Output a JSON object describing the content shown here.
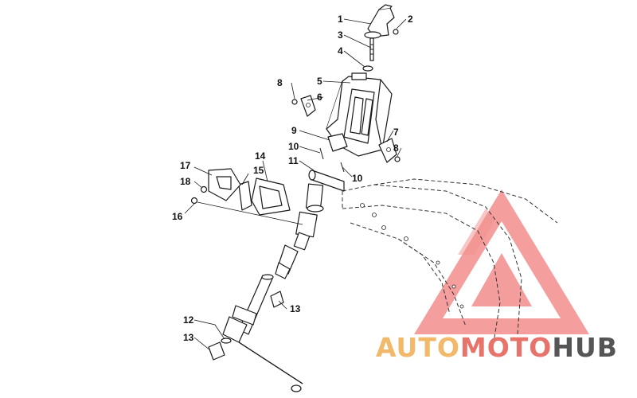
{
  "diagram": {
    "callouts": [
      {
        "id": "c1",
        "text": "1"
      },
      {
        "id": "c2",
        "text": "2"
      },
      {
        "id": "c3",
        "text": "3"
      },
      {
        "id": "c4",
        "text": "4"
      },
      {
        "id": "c5",
        "text": "5"
      },
      {
        "id": "c6",
        "text": "6"
      },
      {
        "id": "c7",
        "text": "7"
      },
      {
        "id": "c8a",
        "text": "8"
      },
      {
        "id": "c8b",
        "text": "8"
      },
      {
        "id": "c9",
        "text": "9"
      },
      {
        "id": "c10a",
        "text": "10"
      },
      {
        "id": "c10b",
        "text": "10"
      },
      {
        "id": "c11",
        "text": "11"
      },
      {
        "id": "c12",
        "text": "12"
      },
      {
        "id": "c13a",
        "text": "13"
      },
      {
        "id": "c13b",
        "text": "13"
      },
      {
        "id": "c14",
        "text": "14"
      },
      {
        "id": "c15",
        "text": "15"
      },
      {
        "id": "c16",
        "text": "16"
      },
      {
        "id": "c17",
        "text": "17"
      },
      {
        "id": "c18",
        "text": "18"
      }
    ]
  },
  "watermark": {
    "part1": "AUTO",
    "part2": "MOTO",
    "part3": "HUB",
    "colors": {
      "part1": "#f2b96a",
      "part2": "#e8736a",
      "part3": "#555555",
      "logo": "#f07a78"
    }
  }
}
